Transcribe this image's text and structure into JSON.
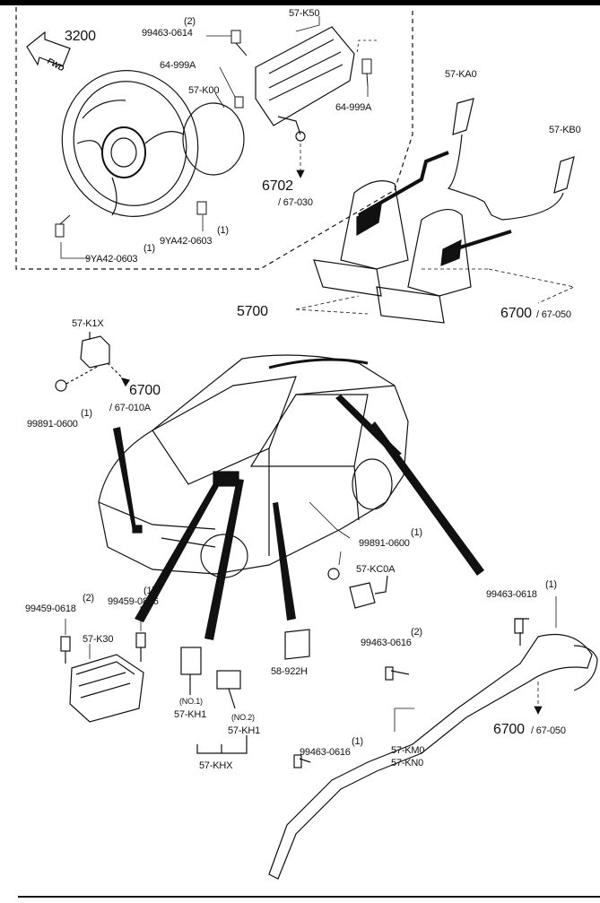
{
  "top": {
    "ref_steering": "3200",
    "fwd": "FWD",
    "bolt_top_qty": "(2)",
    "bolt_top": "99463-0614",
    "part_driver_airbag": "57-K50",
    "clip_left": "64-999A",
    "cover": "57-K00",
    "clip_right": "64-999A",
    "ref_6702": "6702",
    "ref_67030": "/ 67-030",
    "bolt_wheel_a_qty": "(1)",
    "bolt_wheel_a": "9YA42-0603",
    "bolt_wheel_b_qty": "(1)",
    "bolt_wheel_b": "9YA42-0603",
    "seat_airbag_a": "57-KA0",
    "seat_airbag_b": "57-KB0",
    "ref_5700": "5700",
    "ref_6700_a": "6700",
    "ref_67050_a": "/ 67-050"
  },
  "bottom": {
    "sensor_k1x": "57-K1X",
    "ref_6700_b": "6700",
    "ref_67010a": "/ 67-010A",
    "nut_a": "99891-0600",
    "nut_a_qty": "(1)",
    "nut_b_qty": "(1)",
    "nut_b": "99891-0600",
    "sensor_kc0a": "57-KC0A",
    "bolt_r_qty": "(1)",
    "bolt_r": "99463-0618",
    "bolt_k3_a_qty": "(2)",
    "bolt_k3_a": "99459-0618",
    "bolt_k3_b_qty": "(1)",
    "bolt_k3_b": "99459-0816",
    "module": "57-K30",
    "kh_no1": "(NO.1)",
    "kh1_a": "57-KH1",
    "kh_no2": "(NO.2)",
    "kh1_b": "57-KH1",
    "khx": "57-KHX",
    "pad": "58-922H",
    "bolt_c_qty": "(2)",
    "bolt_c": "99463-0616",
    "bolt_d_qty": "(1)",
    "bolt_d": "99463-0616",
    "curtain_a": "57-KM0",
    "curtain_b": "57-KN0",
    "ref_6700_c": "6700",
    "ref_67050_c": "/ 67-050"
  }
}
